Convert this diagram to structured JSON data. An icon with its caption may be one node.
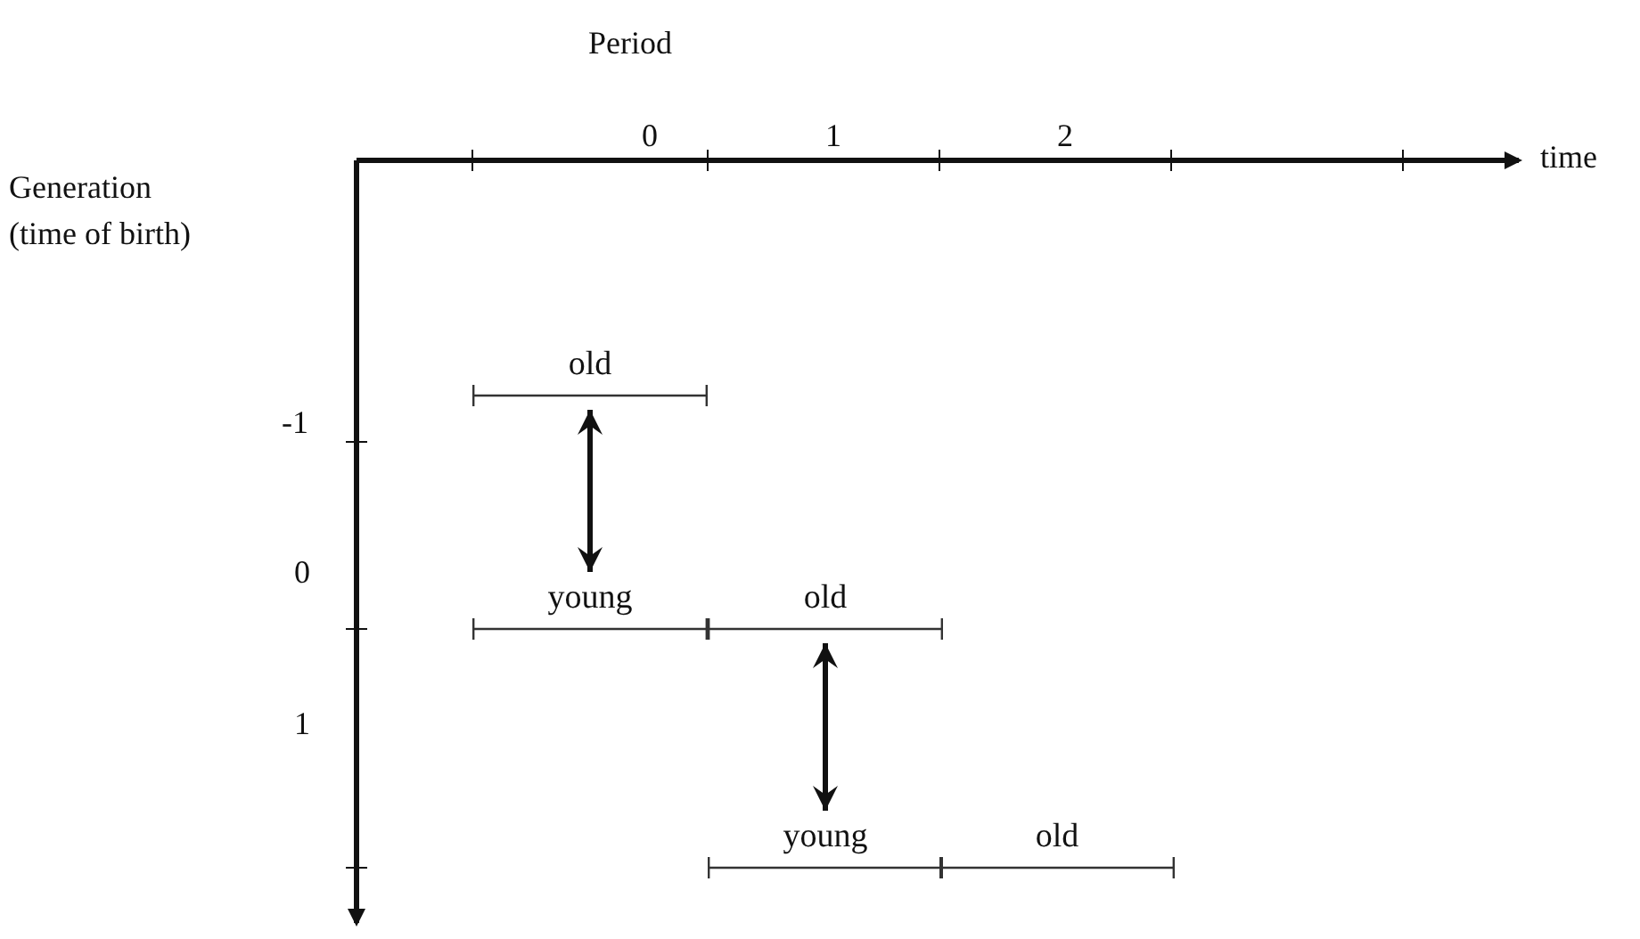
{
  "diagram": {
    "nodes": [
      {
        "text": [
          "old"
        ]
      },
      {
        "text": [
          "young"
        ]
      },
      {
        "text": [
          "old"
        ]
      },
      {
        "text": [
          "young"
        ]
      },
      {
        "text": [
          "old"
        ]
      }
    ],
    "edges": [
      {
        "from": 0,
        "to": 1,
        "arrow": "both"
      },
      {
        "from": 2,
        "to": 3,
        "arrow": "both"
      }
    ],
    "labels": [
      "Period",
      "0",
      "1",
      "2",
      "time",
      "Generation (time of birth)",
      "-1",
      "0",
      "1"
    ]
  }
}
